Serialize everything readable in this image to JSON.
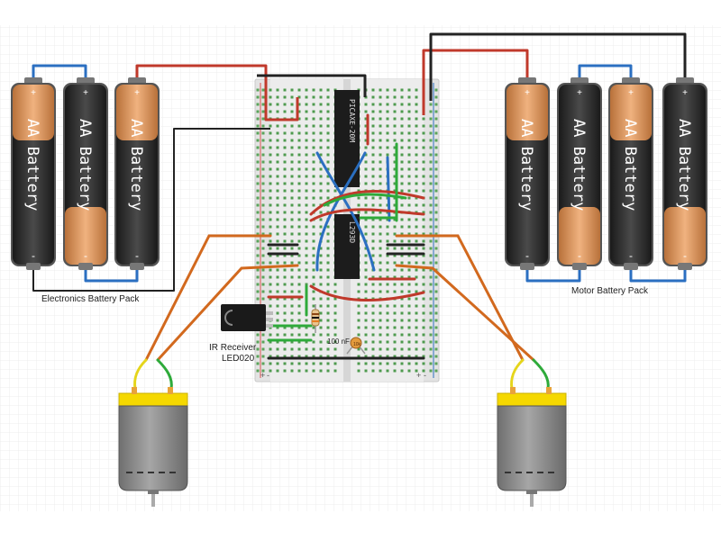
{
  "battery": {
    "label": "AA Battery",
    "plus": "+",
    "minus": "-"
  },
  "labels": {
    "electronics_pack": "Electronics Battery Pack",
    "motor_pack": "Motor Battery Pack",
    "ir_receiver_line1": "IR Receiver",
    "ir_receiver_line2": "LED020",
    "chip_picaxe": "PICAXE-20M",
    "chip_driver": "L293D",
    "capacitor": "100 nF",
    "resistor": "10k",
    "rail_plus": "+",
    "rail_minus": "-"
  },
  "colors": {
    "wire_red": "#c0392b",
    "wire_black": "#222222",
    "wire_blue": "#2b6fc1",
    "wire_orange": "#d2691e",
    "wire_green": "#2eaa3a",
    "wire_yellow": "#e5d51b",
    "battery_copper": "#d9935a",
    "battery_black": "#2a2a2a",
    "breadboard": "#e3e3e3",
    "motor_body": "#8e8e8e",
    "motor_cap": "#f5d800"
  }
}
